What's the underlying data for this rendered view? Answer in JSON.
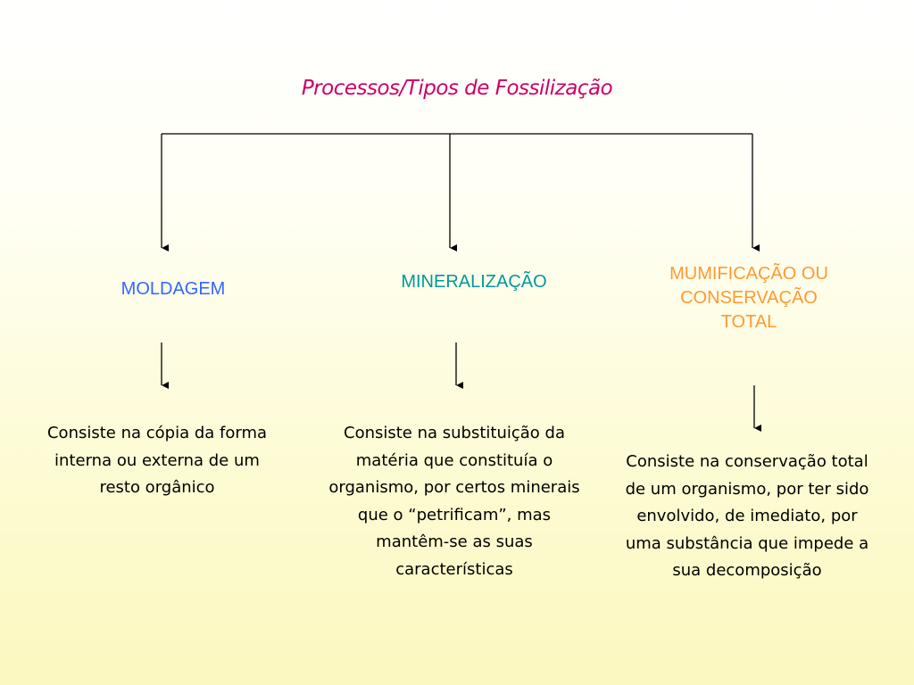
{
  "colors": {
    "title": "#cc0066",
    "moldagem": "#3366ff",
    "mineralizacao": "#009999",
    "mumificacao": "#ff9933",
    "text": "#000000",
    "lines": "#000000"
  },
  "title": "Processos/Tipos de Fossilização",
  "categories": [
    {
      "label": "MOLDAGEM",
      "description": "Consiste na cópia da forma interna ou externa de um resto orgânico"
    },
    {
      "label": "MINERALIZAÇÃO",
      "description": "Consiste na substituição da matéria que constituía o organismo, por certos minerais que o “petrificam”, mas mantêm-se as suas características"
    },
    {
      "label": "MUMIFICAÇÃO OU CONSERVAÇÃO TOTAL",
      "description": "Consiste na conservação total de um organismo, por ter sido envolvido, de imediato, por uma substância que impede a sua decomposição"
    }
  ]
}
